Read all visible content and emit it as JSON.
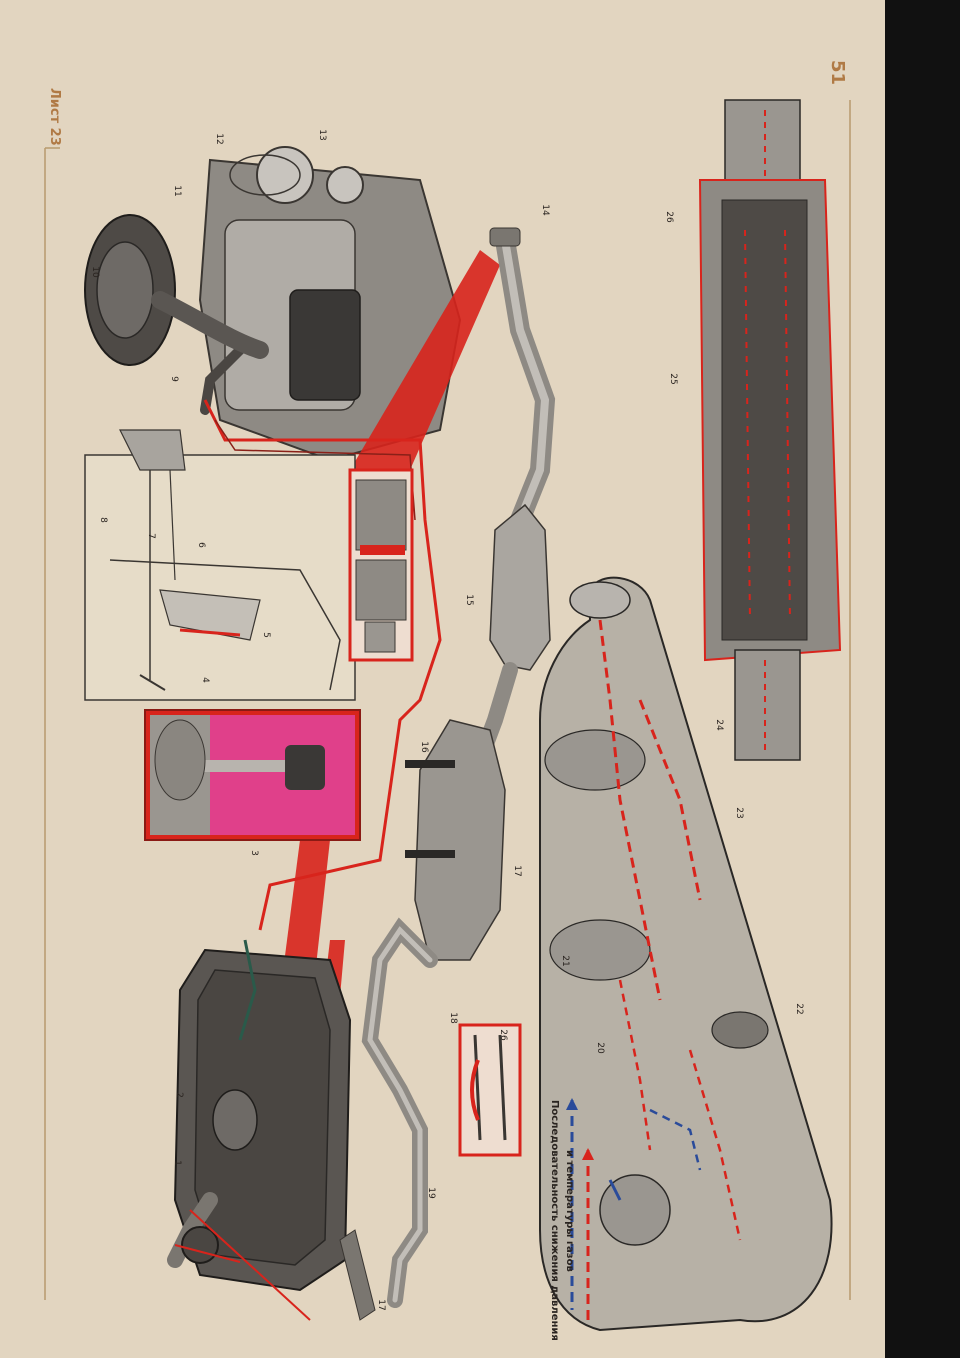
{
  "header": {
    "sheet_label": "Лист 23",
    "page_number": "51"
  },
  "legend": {
    "line1": "Последовательность снижения давления",
    "line2": "и температуры газов",
    "colors": {
      "red": "#d8241c",
      "blue": "#2a4b9a"
    }
  },
  "callouts": [
    "1",
    "2",
    "3",
    "4",
    "5",
    "6",
    "7",
    "8",
    "9",
    "10",
    "11",
    "12",
    "13",
    "14",
    "15",
    "16",
    "17",
    "17",
    "18",
    "19",
    "20",
    "21",
    "22",
    "23",
    "24",
    "25",
    "26",
    "26"
  ],
  "colors": {
    "paper": "#e2d5c0",
    "accent_red": "#d8241c",
    "metal": "#9a9690",
    "dark_metal": "#4a4642",
    "pink": "#e0408a",
    "heading": "#b07a45"
  }
}
